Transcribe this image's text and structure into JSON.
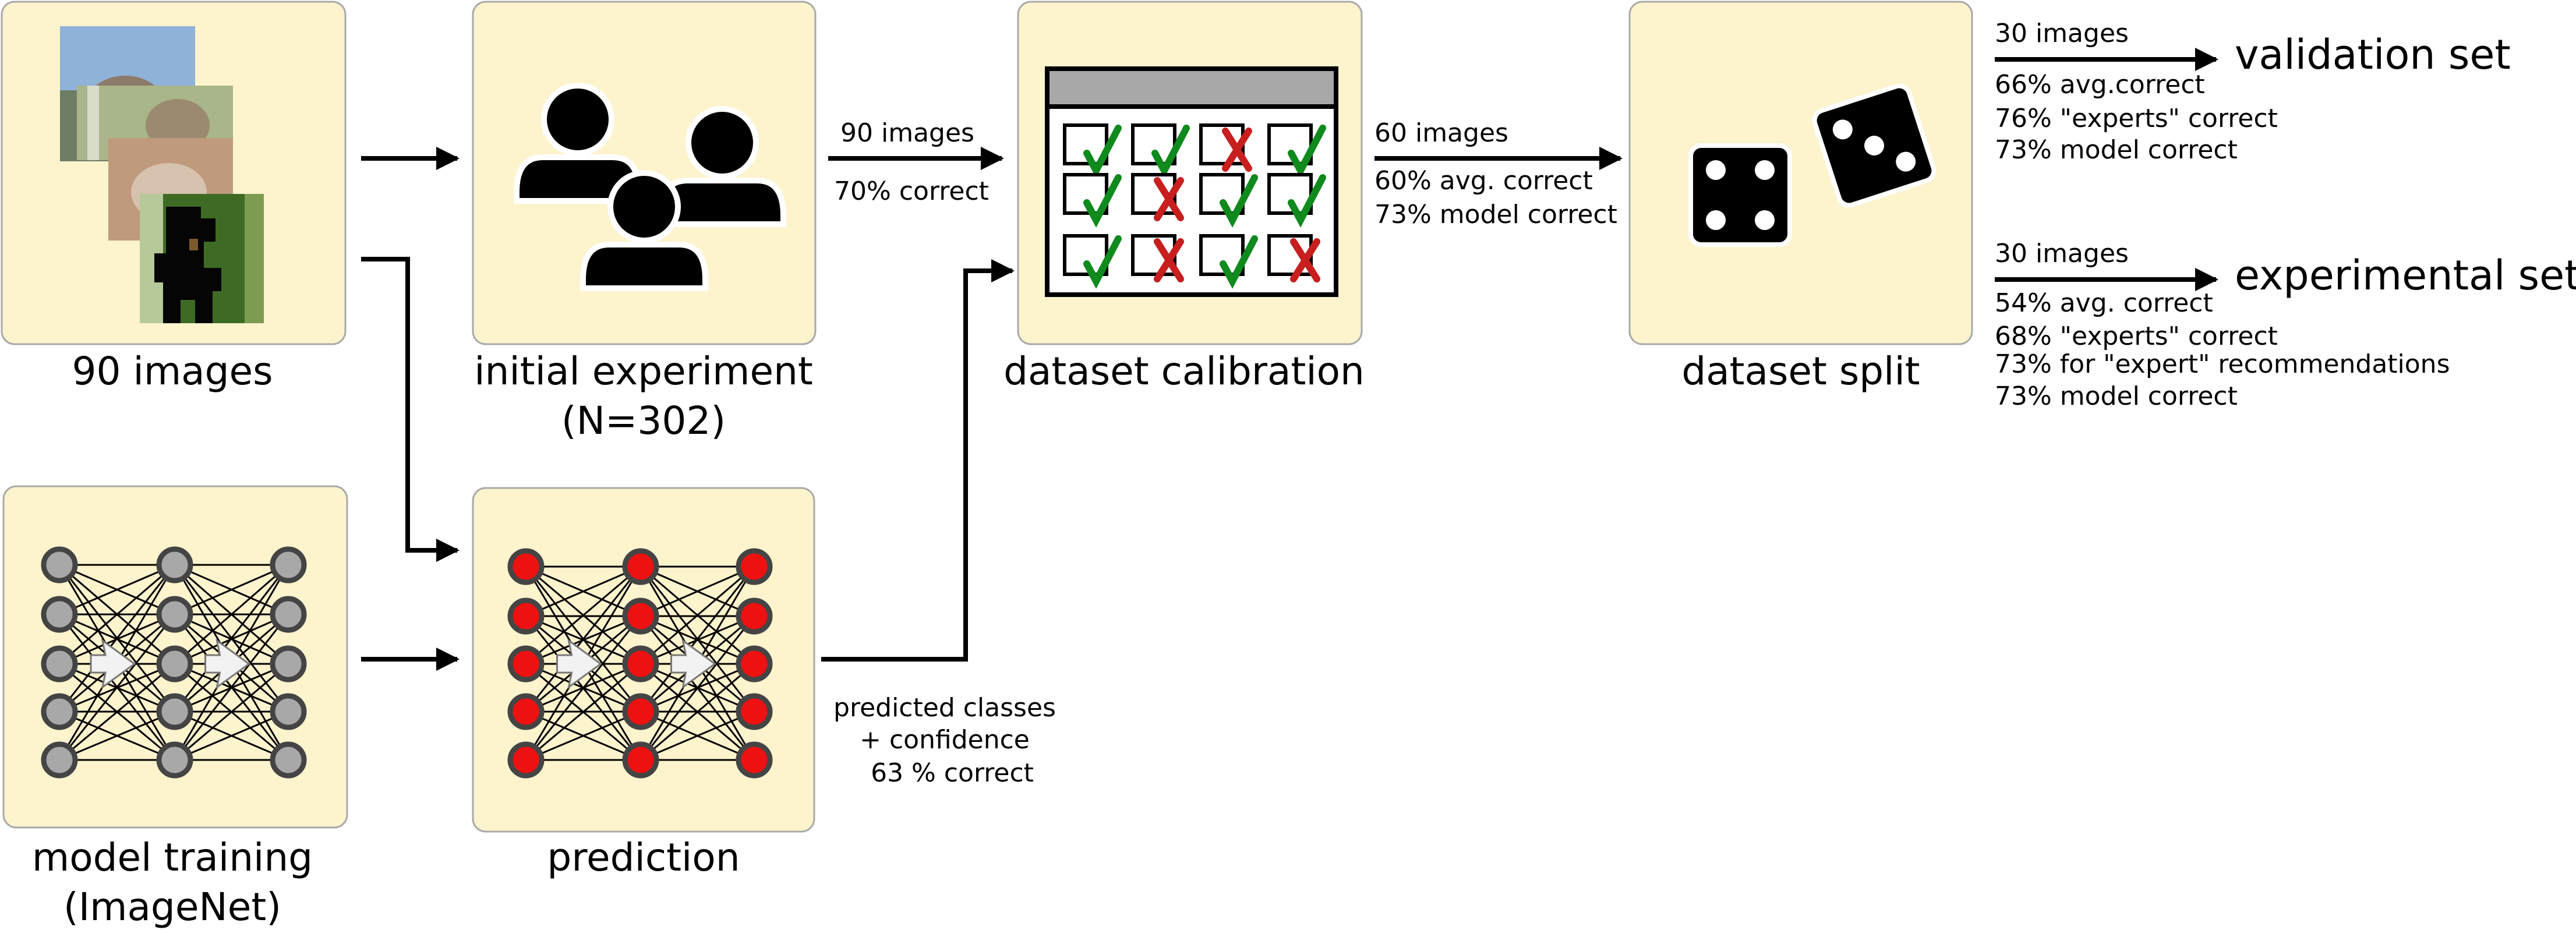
{
  "colors": {
    "box_fill": "#fdf3cd",
    "box_border": "#a9a9a9",
    "highlight_red": "#e8262a",
    "check_green": "#0f8a1c",
    "cross_red": "#c81e1e",
    "node_gray": "#a8a8a8",
    "node_red": "#ee1111"
  },
  "images_box": {
    "caption": "90 images",
    "icons": [
      "cat-photo",
      "cat-photo",
      "cat-photo",
      "pixelated-cat-photo"
    ]
  },
  "experiment_box": {
    "caption_line1": "initial experiment",
    "caption_line2": "(N=302)",
    "icon": "people-icon"
  },
  "calibration_box": {
    "caption": "dataset calibration",
    "icon": "checklist-grid-icon",
    "grid": [
      [
        "check",
        "check",
        "cross",
        "check"
      ],
      [
        "check",
        "cross",
        "check",
        "check"
      ],
      [
        "check",
        "cross",
        "check",
        "cross"
      ]
    ]
  },
  "split_box": {
    "caption": "dataset split",
    "icon": "dice-icon"
  },
  "training_box": {
    "caption_line1": "model training",
    "caption_line2": "(ImageNet)",
    "icon": "neural-network-icon"
  },
  "prediction_box": {
    "caption": "prediction",
    "icon": "neural-network-icon"
  },
  "edge_experiment_to_calibration": {
    "line1": "90 images",
    "line2": "70% correct"
  },
  "edge_calibration_to_split": {
    "line1": "60 images",
    "line2": "60% avg. correct",
    "line3": "73% model correct"
  },
  "edge_prediction_to_calibration": {
    "line1": "predicted classes",
    "line2": "+ confidence",
    "line3": "63 % correct"
  },
  "validation": {
    "arrow_label": "30 images",
    "title": "validation set",
    "stats": [
      "66% avg.correct",
      "76% \"experts\" correct"
    ],
    "model": "73% model correct"
  },
  "experimental": {
    "arrow_label": "30 images",
    "title": "experimental set",
    "stats": [
      "54% avg. correct",
      "68% \"experts\" correct",
      "73% for \"expert\" recommendations"
    ],
    "model": "73% model correct"
  }
}
